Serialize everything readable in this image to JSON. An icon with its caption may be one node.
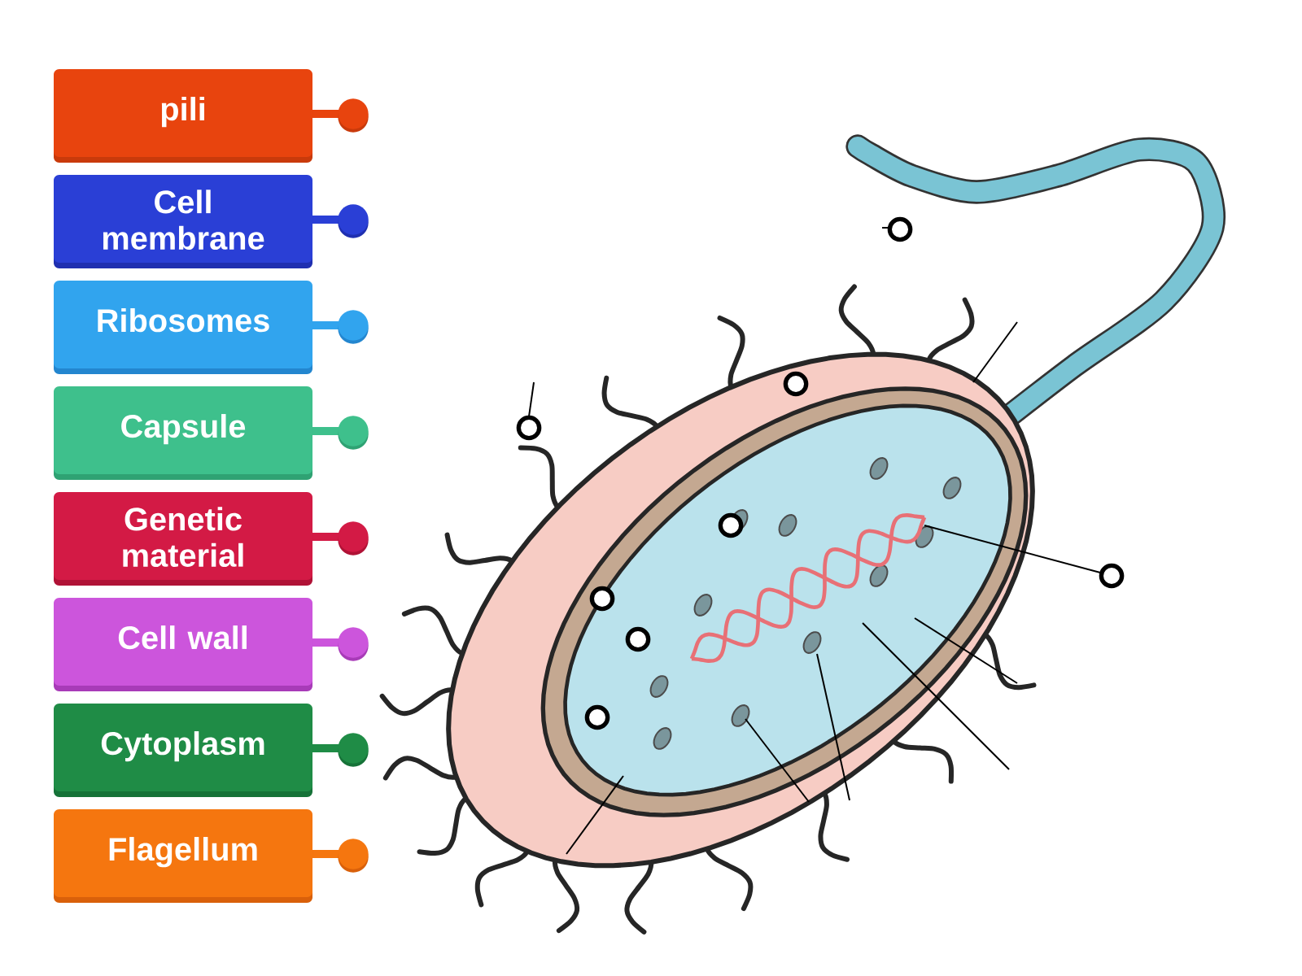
{
  "diagram": {
    "nodes": [
      {
        "text": [
          "pili"
        ]
      },
      {
        "text": [
          "Cell membrane"
        ]
      },
      {
        "text": [
          "Ribosomes"
        ]
      },
      {
        "text": [
          "Capsule"
        ]
      },
      {
        "text": [
          "Genetic material"
        ]
      },
      {
        "text": [
          "Cell wall"
        ]
      },
      {
        "text": [
          "Cytoplasm"
        ]
      },
      {
        "text": [
          "Flagellum"
        ]
      },
      {
        "text": [],
        "shape": "circle"
      },
      {
        "text": [],
        "shape": "circle"
      },
      {
        "text": [],
        "shape": "circle"
      },
      {
        "text": [],
        "shape": "circle"
      },
      {
        "text": [],
        "shape": "circle"
      },
      {
        "text": [],
        "shape": "circle"
      },
      {
        "text": [],
        "shape": "circle"
      },
      {
        "text": [],
        "shape": "circle"
      }
    ]
  }
}
